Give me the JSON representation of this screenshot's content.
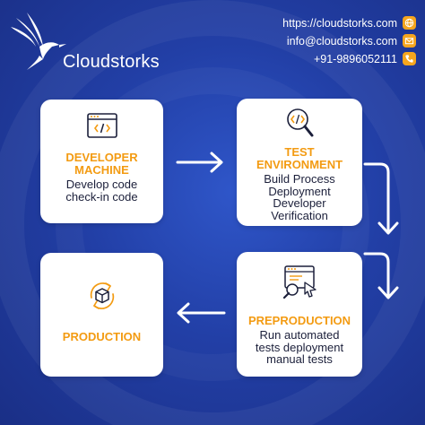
{
  "brand": {
    "name": "Cloudstorks"
  },
  "contact": {
    "website": "https://cloudstorks.com",
    "email": "info@cloudstorks.com",
    "phone": "+91-9896052111"
  },
  "colors": {
    "background": "#223fa6",
    "accent": "#f39b12",
    "card": "#ffffff",
    "text": "#1b1f3a"
  },
  "nodes": [
    {
      "id": "developer",
      "title": "DEVELOPER MACHINE",
      "title_lines": [
        "DEVELOPER",
        "MACHINE"
      ],
      "desc_lines": [
        "Develop code",
        "check-in code"
      ],
      "icon": "code-window-icon"
    },
    {
      "id": "test",
      "title": "TEST ENVIRONMENT",
      "title_lines": [
        "TEST",
        "ENVIRONMENT"
      ],
      "desc_lines": [
        "Build Process",
        "Deployment",
        "Developer",
        "Verification"
      ],
      "icon": "code-search-icon"
    },
    {
      "id": "preproduction",
      "title": "PREPRODUCTION",
      "title_lines": [
        "PREPRODUCTION"
      ],
      "desc_lines": [
        "Run automated",
        "tests deployment",
        "manual tests"
      ],
      "icon": "browser-test-icon"
    },
    {
      "id": "production",
      "title": "PRODUCTION",
      "title_lines": [
        "PRODUCTION"
      ],
      "desc_lines": [],
      "icon": "package-cycle-icon"
    }
  ],
  "edges": [
    {
      "from": "developer",
      "to": "test"
    },
    {
      "from": "test",
      "to": "preproduction"
    },
    {
      "from": "preproduction",
      "to": "production"
    }
  ]
}
